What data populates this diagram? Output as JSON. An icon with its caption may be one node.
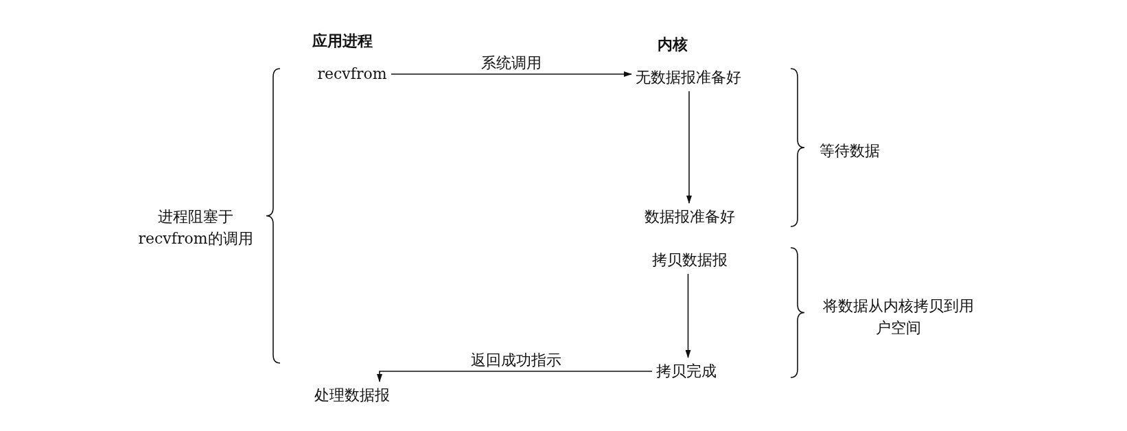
{
  "diagram": {
    "nodes": [
      {
        "text": [
          "recvfrom"
        ]
      },
      {
        "text": [
          "无数据报准备好"
        ]
      },
      {
        "text": [
          "数据报准备好"
        ]
      },
      {
        "text": [
          "拷贝数据报"
        ]
      },
      {
        "text": [
          "拷贝完成"
        ]
      },
      {
        "text": [
          "处理数据报"
        ]
      }
    ],
    "edges": [
      {
        "from": 0,
        "to": 1,
        "arrow": "to",
        "label": "系统调用"
      },
      {
        "from": 1,
        "to": 2,
        "arrow": "to"
      },
      {
        "from": 3,
        "to": 4,
        "arrow": "to"
      },
      {
        "from": 4,
        "to": 5,
        "arrow": "to",
        "label": "返回成功指示"
      }
    ],
    "labels": [
      "应用进程",
      "内核",
      "进程阻塞于 recvfrom的调用",
      "等待数据",
      "将数据从内核拷贝到用户空间"
    ]
  }
}
